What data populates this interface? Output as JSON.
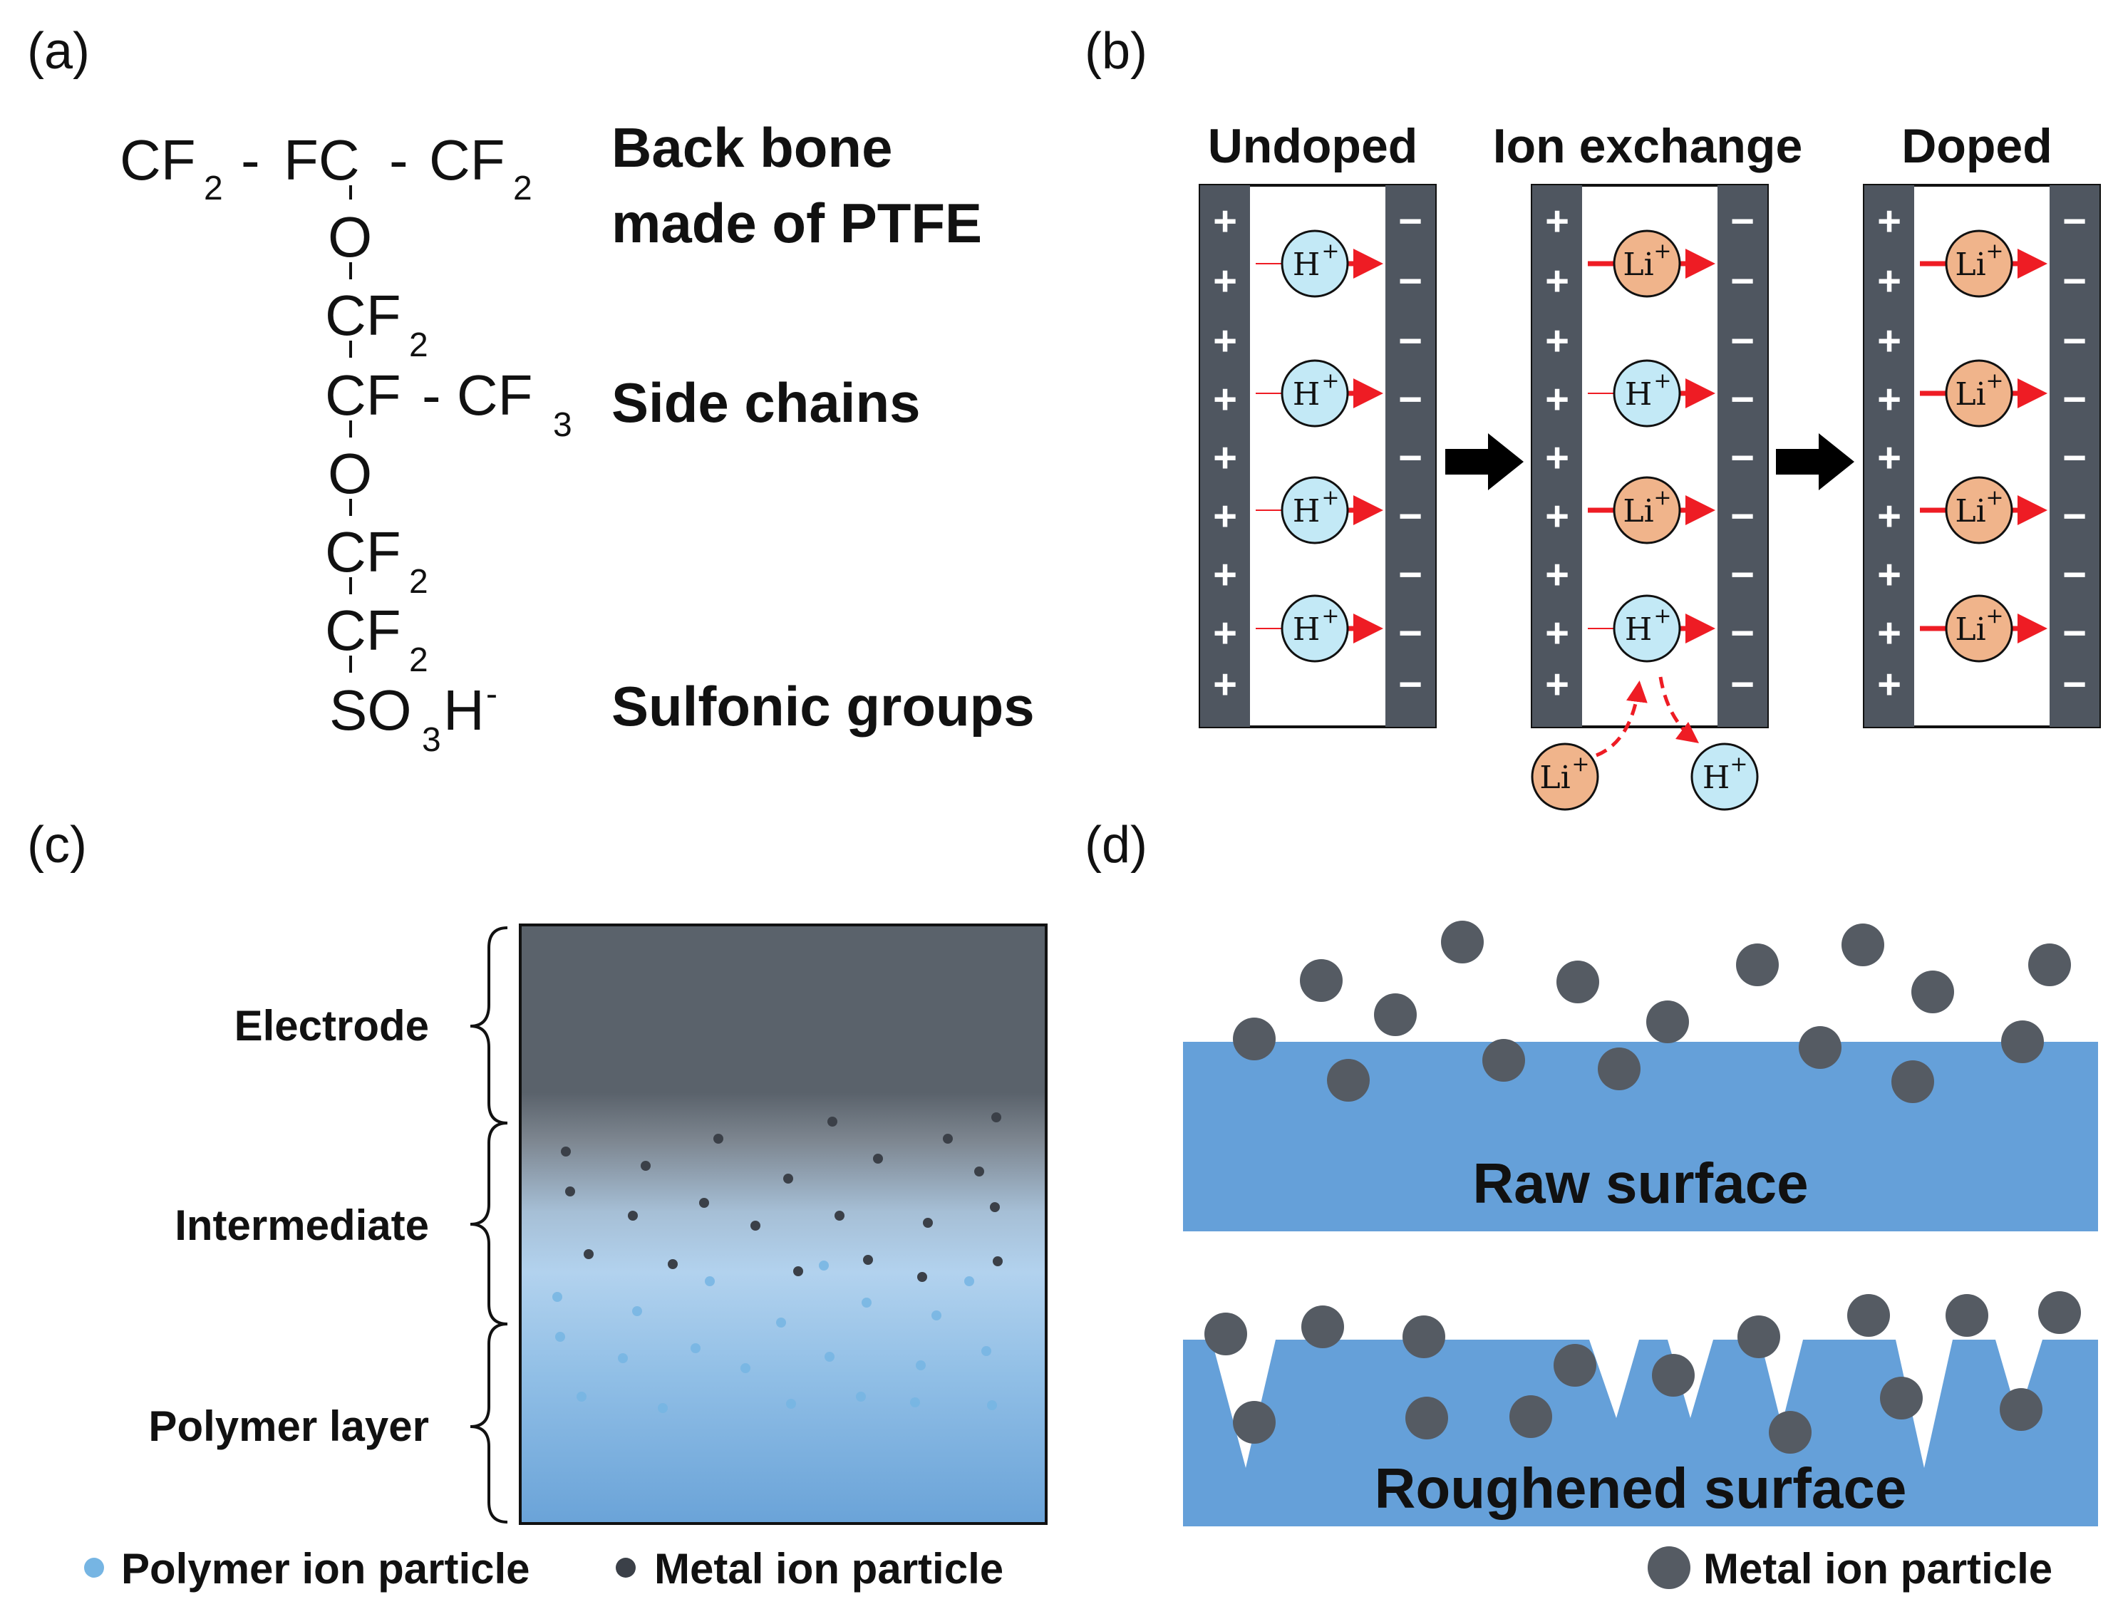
{
  "panels": {
    "a": {
      "label": "(a)",
      "chem": {
        "cf2_left": "CF",
        "cf2_left_sub": "2",
        "dash1": "-",
        "fc": "FC",
        "dash2": "-",
        "cf2_right": "CF",
        "cf2_right_sub": "2",
        "o1": "O",
        "cf2_a": "CF",
        "cf2_a_sub": "2",
        "cf_mid": "CF",
        "dash3": "- CF",
        "cf3_sub": "3",
        "o2": "O",
        "cf2_b": "CF",
        "cf2_b_sub": "2",
        "cf2_c": "CF",
        "cf2_c_sub": "2",
        "so": "SO",
        "so_sub": "3",
        "h": "H",
        "h_sup": "-"
      },
      "desc": {
        "backbone_line1": "Back bone",
        "backbone_line2": "made of PTFE",
        "side_chains": "Side chains",
        "sulfonic": "Sulfonic groups"
      }
    },
    "b": {
      "label": "(b)",
      "columns": [
        "Undoped",
        "Ion exchange",
        "Doped"
      ],
      "ions": {
        "h": "H",
        "h_charge": "+",
        "li": "Li",
        "li_charge": "+"
      },
      "rows": [
        [
          "H",
          "Li",
          "Li"
        ],
        [
          "H",
          "H",
          "Li"
        ],
        [
          "H",
          "Li",
          "Li"
        ],
        [
          "H",
          "H",
          "Li"
        ]
      ],
      "plus_sign": "+",
      "minus_sign": "−",
      "colors": {
        "electrode": "#4f5660",
        "h_ion": "#c3e9f6",
        "li_ion": "#f0b48b",
        "arrow_red": "#ee1c24",
        "arrow_black": "#000000"
      }
    },
    "c": {
      "label": "(c)",
      "layers": [
        "Electrode",
        "Intermediate",
        "Polymer layer"
      ],
      "legend": {
        "polymer": "Polymer ion particle",
        "metal": "Metal ion particle"
      },
      "colors": {
        "electrode": "#5a626b",
        "polymer": "#6aa3d8",
        "polymer_particle": "#76b5e3",
        "metal_particle": "#3b4048"
      }
    },
    "d": {
      "label": "(d)",
      "raw": "Raw surface",
      "rough": "Roughened surface",
      "legend": "Metal ion particle",
      "colors": {
        "surface": "#65a0d9",
        "particle": "#555b63"
      }
    }
  }
}
